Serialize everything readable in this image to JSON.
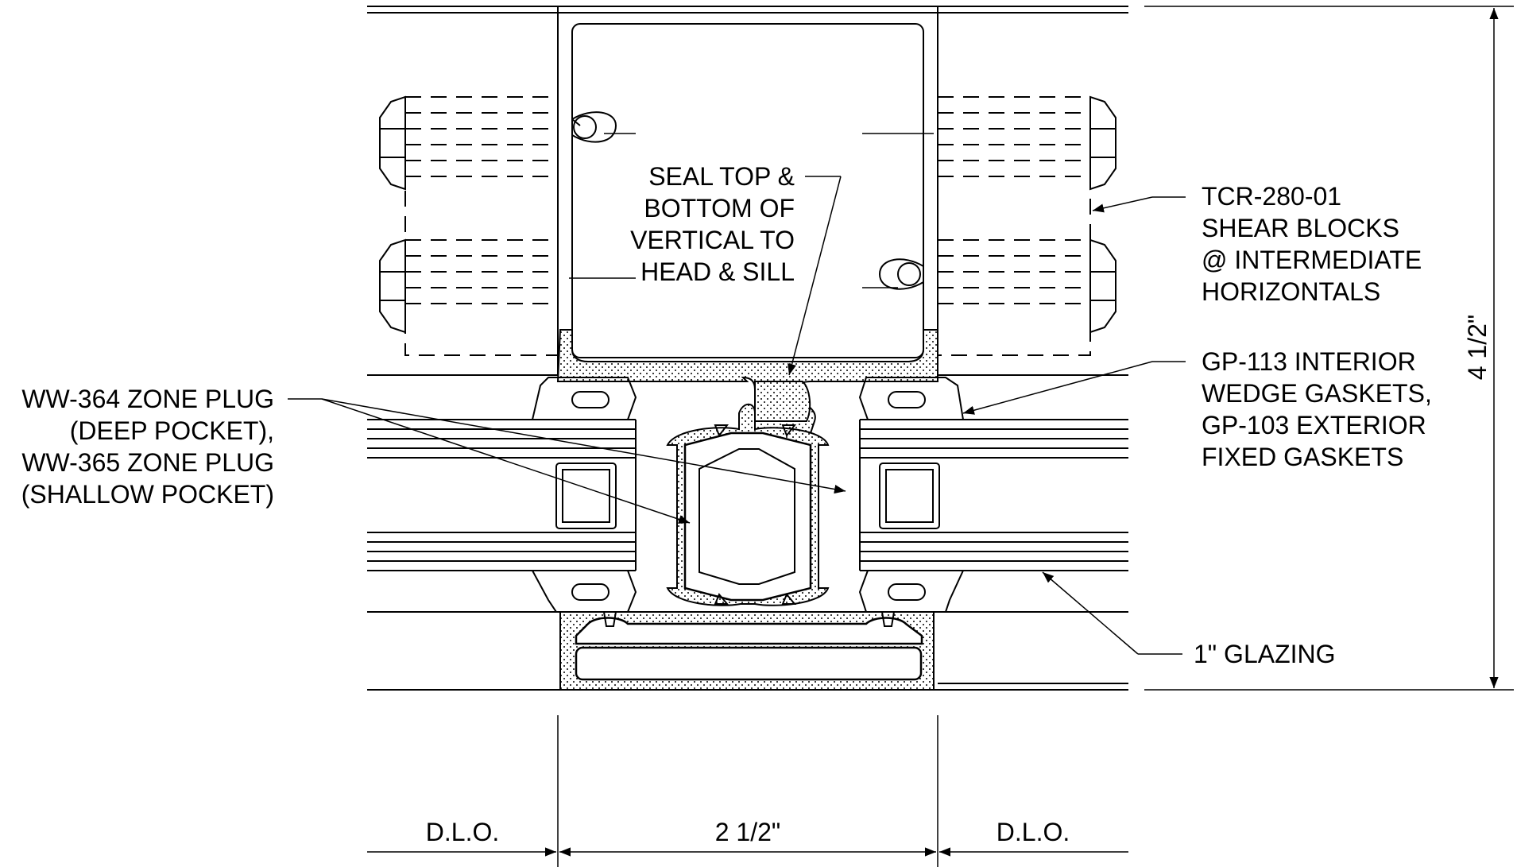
{
  "drawing": {
    "callouts": {
      "seal": [
        "SEAL TOP &",
        "BOTTOM OF",
        "VERTICAL TO",
        "HEAD & SILL"
      ],
      "shear_blocks": [
        "TCR-280-01",
        "SHEAR BLOCKS",
        "@ INTERMEDIATE",
        "HORIZONTALS"
      ],
      "gaskets": [
        "GP-113 INTERIOR",
        "WEDGE GASKETS,",
        "GP-103 EXTERIOR",
        "FIXED GASKETS"
      ],
      "zone_plug": [
        "WW-364 ZONE PLUG",
        "(DEEP POCKET),",
        "WW-365 ZONE PLUG",
        "(SHALLOW POCKET)"
      ],
      "glazing": "1\" GLAZING"
    },
    "dimensions": {
      "height": "4 1/2\"",
      "width": "2 1/2\"",
      "dlo_left": "D.L.O.",
      "dlo_right": "D.L.O."
    }
  }
}
